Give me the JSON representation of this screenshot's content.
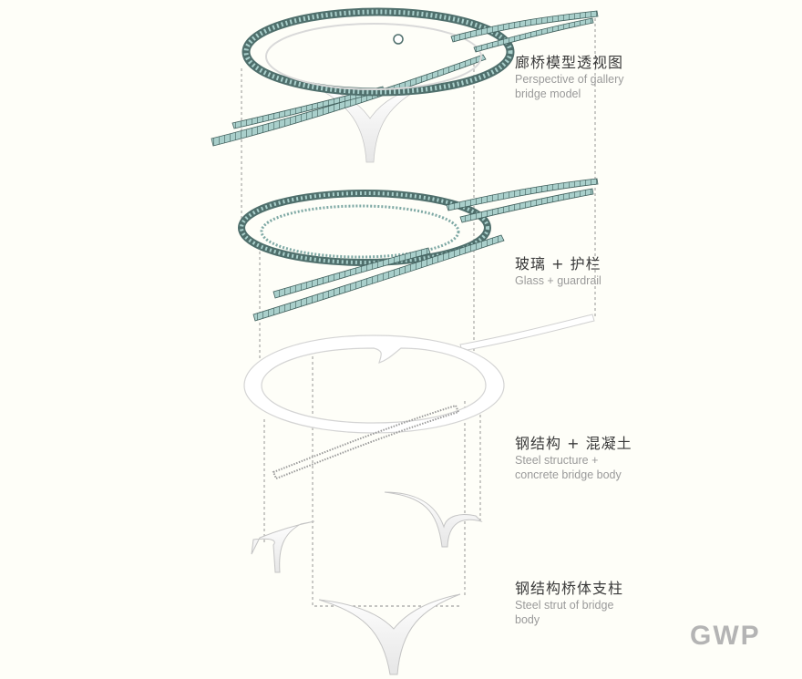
{
  "layers": [
    {
      "zh": "廊桥模型透视图",
      "en_lines": [
        "Perspective of gallery",
        "bridge model"
      ]
    },
    {
      "zh": "玻璃 + 护栏",
      "en_lines": [
        "Glass + guardrail"
      ]
    },
    {
      "zh": "钢结构 + 混凝土",
      "en_lines": [
        "Steel structure +",
        "concrete bridge body"
      ]
    },
    {
      "zh": "钢结构桥体支柱",
      "en_lines": [
        "Steel strut of bridge",
        "body"
      ]
    }
  ],
  "logo": "GWP",
  "colors": {
    "background": "#fefef8",
    "glass": "#9fc9c6",
    "rail": "#4b6d6a",
    "structure": "#ffffff",
    "outline": "#cfcfcf"
  }
}
